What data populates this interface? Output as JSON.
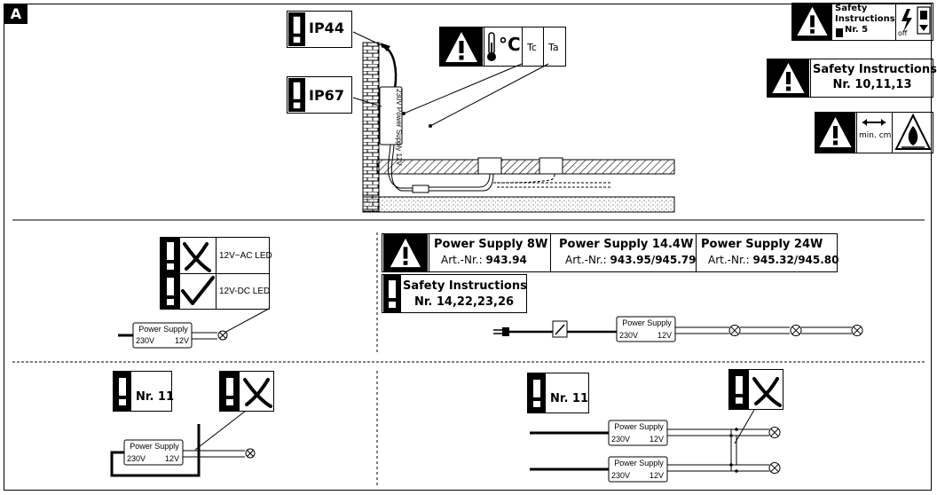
{
  "panel_label": "A",
  "ip_labels": {
    "ip44": "IP44",
    "ip67": "IP67"
  },
  "temp": {
    "unit": "°C",
    "tc": "Tc",
    "ta": "Ta"
  },
  "psu": {
    "title": "Power Supply",
    "in": "230V",
    "out": "12V"
  },
  "safety_top": {
    "line1": "Safety",
    "line2": "Instructions",
    "nr": "Nr. 5",
    "off": "off"
  },
  "safety_mid": {
    "line1": "Safety Instructions",
    "line2": "Nr. 10,11,13"
  },
  "min_cm": "min. cm",
  "led_types": {
    "ac": "12V~AC LED",
    "dc": "12V-DC LED"
  },
  "power_supplies": [
    {
      "title": "Power Supply 8W",
      "art_label": "Art.-Nr.:",
      "art": "943.94"
    },
    {
      "title": "Power Supply 14.4W",
      "art_label": "Art.-Nr.:",
      "art": "943.95/945.79"
    },
    {
      "title": "Power Supply 24W",
      "art_label": "Art.-Nr.:",
      "art": "945.32/945.80"
    }
  ],
  "safety_right": {
    "line1": "Safety Instructions",
    "line2": "Nr. 14,22,23,26"
  },
  "nr11": "Nr. 11",
  "colors": {
    "ink": "#000000",
    "paper": "#ffffff"
  }
}
